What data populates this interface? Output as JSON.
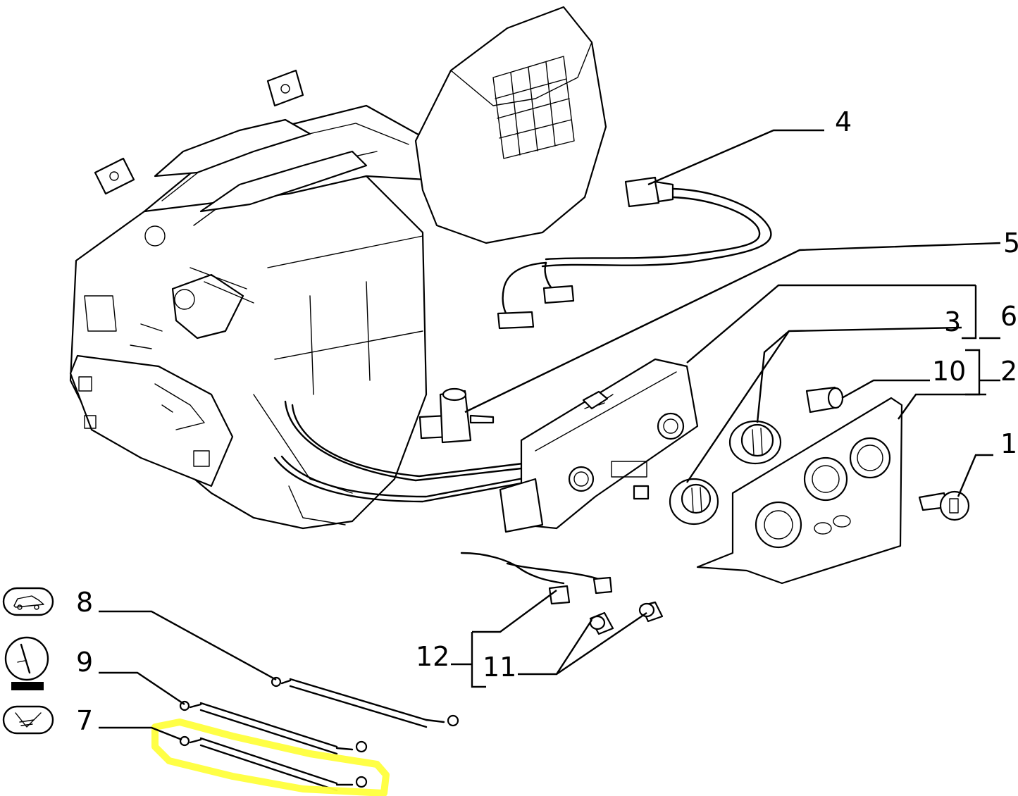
{
  "callouts": {
    "c1": "1",
    "c2": "2",
    "c3": "3",
    "c4": "4",
    "c5": "5",
    "c6": "6",
    "c7": "7",
    "c8": "8",
    "c9": "9",
    "c10": "10",
    "c11": "11",
    "c12": "12"
  },
  "legend_icons": [
    "car-recirculation-icon",
    "rotary-knob-icon",
    "defrost-vent-icon"
  ],
  "highlight_color": "#ffff3c"
}
